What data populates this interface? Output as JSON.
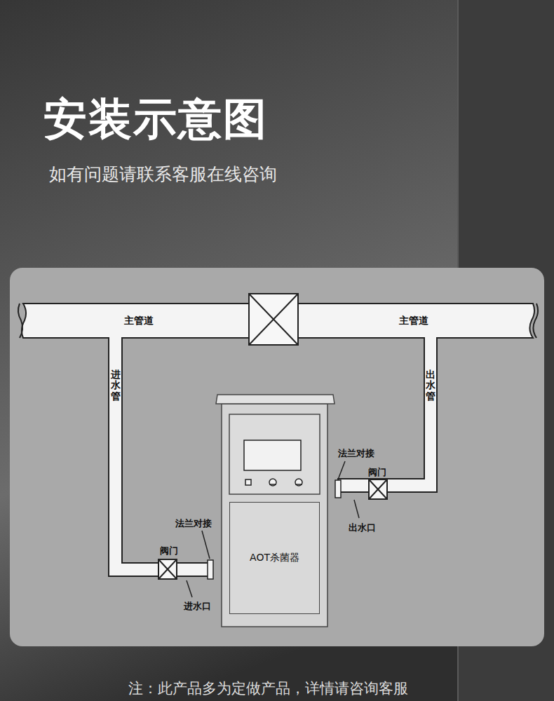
{
  "diagram": {
    "title": "安装示意图",
    "nodes": [
      {
        "text": [
          "主管道"
        ]
      },
      {
        "text": [
          "主管道"
        ]
      },
      {
        "text": [
          "进水管"
        ]
      },
      {
        "text": [
          "出水管"
        ]
      },
      {
        "text": [
          "AOT杀菌器"
        ]
      }
    ],
    "labels": [
      "如有问题请联系客服在线咨询",
      "法兰对接",
      "阀门",
      "法兰对接",
      "出水口",
      "阀门",
      "进水口",
      "注：此产品多为定做产品，详情请咨询客服"
    ]
  }
}
